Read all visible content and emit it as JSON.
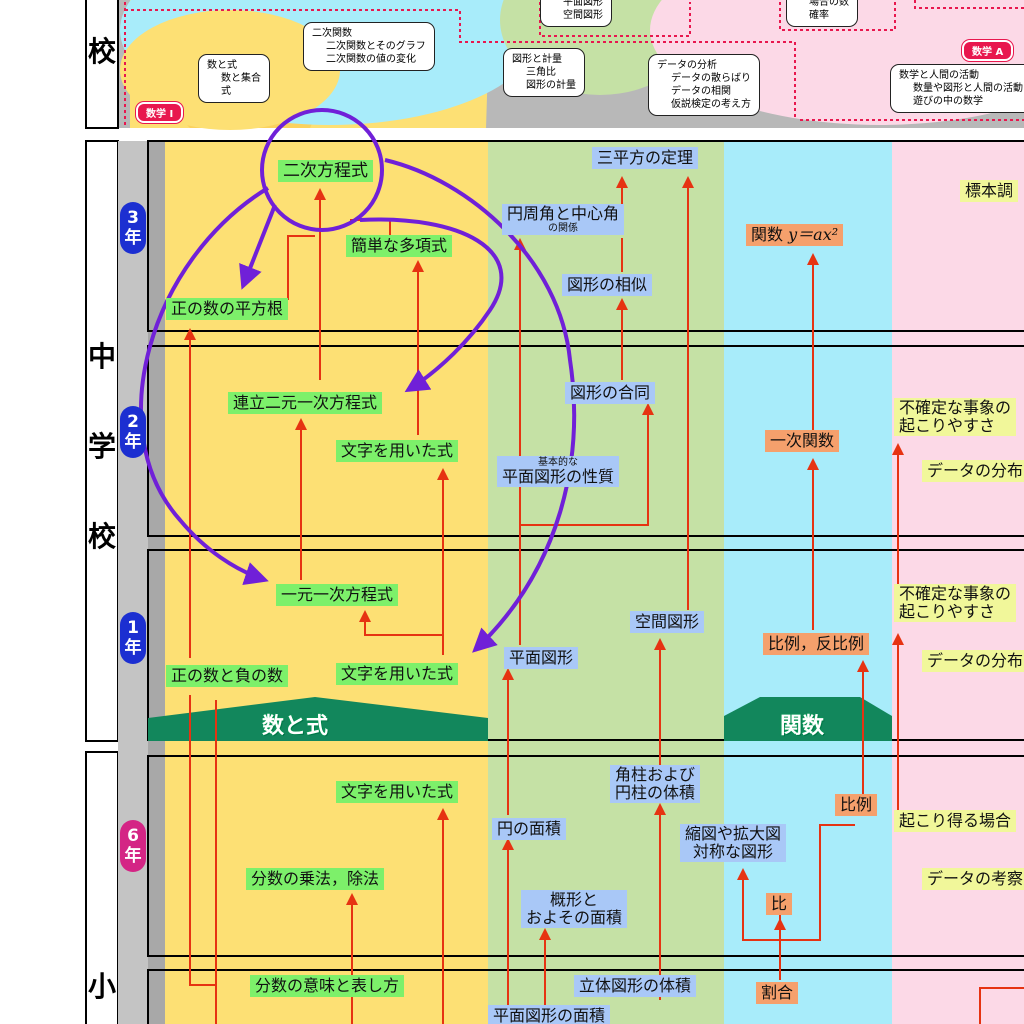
{
  "high_school": {
    "school_char": "校",
    "box_top_center": [
      "平面図形",
      "空間図形"
    ],
    "box_top_right": [
      "場合の数",
      "確率"
    ],
    "box_quadratic_functions": {
      "title": "二次関数",
      "items": [
        "二次関数とそのグラフ",
        "二次関数の値の変化"
      ]
    },
    "box_numbers_expressions": {
      "title": "数と式",
      "items": [
        "数と集合",
        "式"
      ]
    },
    "box_figures_measurement": {
      "title": "図形と計量",
      "items": [
        "三角比",
        "図形の計量"
      ]
    },
    "box_data_analysis": {
      "title": "データの分析",
      "items": [
        "データの散らばり",
        "データの相関",
        "仮説検定の考え方"
      ]
    },
    "box_human_activity": {
      "title": "数学と人間の活動",
      "items": [
        "数量や図形と人間の活動",
        "遊びの中の数学"
      ]
    },
    "tag_math1": "数学 I",
    "tag_mathA": "数学 A"
  },
  "middle_school": {
    "school_chars": [
      "中",
      "学",
      "校"
    ],
    "grades": [
      {
        "num": "3",
        "suffix": "年"
      },
      {
        "num": "2",
        "suffix": "年"
      },
      {
        "num": "1",
        "suffix": "年"
      }
    ]
  },
  "elementary": {
    "grade6": {
      "num": "6",
      "suffix": "年"
    },
    "school_char": "小"
  },
  "categories": {
    "numbers_expressions": "数と式",
    "functions": "関数"
  },
  "labels": {
    "quadratic_equation": "二次方程式",
    "simple_polynomial": "簡単な多項式",
    "sqrt_positive": "正の数の平方根",
    "simultaneous_linear": "連立二元一次方程式",
    "letters_expr_2": "文字を用いた式",
    "linear_equation": "一元一次方程式",
    "pos_neg_numbers": "正の数と負の数",
    "letters_expr_1": "文字を用いた式",
    "letters_expr_6": "文字を用いた式",
    "fraction_mult_div": "分数の乗法，除法",
    "fraction_meaning": "分数の意味と表し方",
    "pythagorean": "三平方の定理",
    "inscribed_angle": "円周角と中心角",
    "inscribed_angle_sub": "の関係",
    "similarity": "図形の相似",
    "congruence": "図形の合同",
    "basic_properties_small": "基本的な",
    "basic_properties": "平面図形の性質",
    "space_figures": "空間図形",
    "plane_figures": "平面図形",
    "prism_cylinder_1": "角柱および",
    "prism_cylinder_2": "円柱の体積",
    "circle_area": "円の面積",
    "approx_1": "概形と",
    "approx_2": "およその面積",
    "solid_volume": "立体図形の体積",
    "plane_area": "平面図形の面積",
    "function_y_ax2": "関数",
    "function_formula": "y＝ax²",
    "linear_function": "一次関数",
    "proportion": "比例，反比例",
    "reduced_enlarged_1": "縮図や拡大図",
    "reduced_enlarged_2": "対称な図形",
    "ratio_6": "比例",
    "ratio": "比",
    "percentage": "割合",
    "sampling": "標本調",
    "uncertain_2a": "不確定な事象の",
    "uncertain_2b": "起こりやすさ",
    "data_distribution_2": "データの分布",
    "uncertain_1a": "不確定な事象の",
    "uncertain_1b": "起こりやすさ",
    "data_distribution_1": "データの分布",
    "possible_cases": "起こり得る場合",
    "data_consideration": "データの考察"
  },
  "colors": {
    "column_numbers": "#fde074",
    "column_figures": "#c5e1a5",
    "column_functions": "#a8ecfa",
    "column_data": "#fcd9e7",
    "arrow_red": "#e63312",
    "arrow_purple": "#7020d8",
    "grade_blue": "#1c2fd1",
    "grade_magenta": "#d42585",
    "category_green": "#12875c"
  }
}
